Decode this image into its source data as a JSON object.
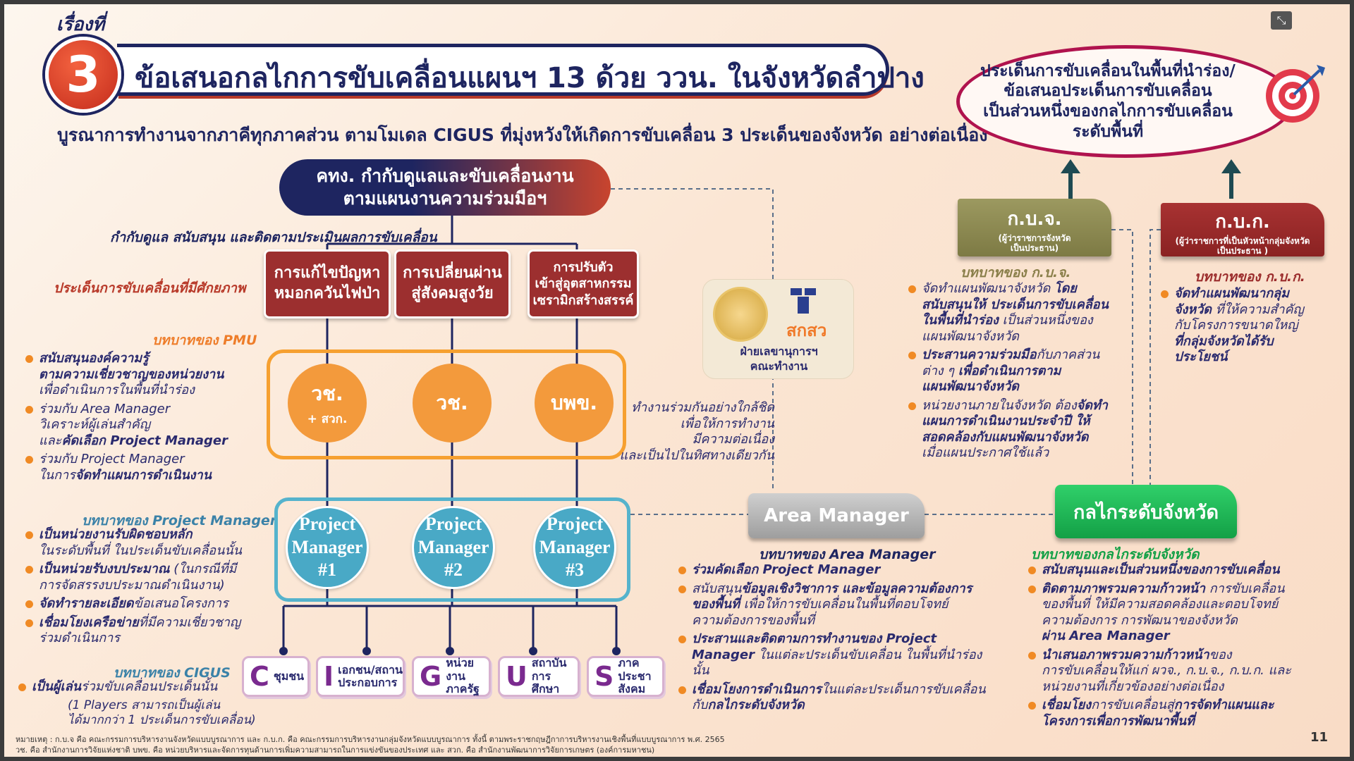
{
  "header": {
    "story_label": "เรื่องที่",
    "number": "3",
    "title": "ข้อเสนอกลไกการขับเคลื่อนแผนฯ 13 ด้วย ววน. ในจังหวัดลำปาง",
    "subtitle": "บูรณาการทำงานจากภาคีทุกภาคส่วน ตามโมเดล CIGUS ที่มุ่งหวังให้เกิดการขับเคลื่อน 3 ประเด็นของจังหวัด อย่างต่อเนื่อง"
  },
  "goal": {
    "line1": "ประเด็นการขับเคลื่อนในพื้นที่นำร่อง/",
    "line2": "ข้อเสนอประเด็นการขับเคลื่อน",
    "line3": "เป็นส่วนหนึ่งของกลไกการขับเคลื่อน",
    "line4": "ระดับพื้นที่"
  },
  "committee": {
    "line1": "คทง. กำกับดูแลและขับเคลื่อนงาน",
    "line2": "ตามแผนงานความร่วมมือฯ",
    "note": "กำกับดูแล สนับสนุน และติดตามประเมินผลการขับเคลื่อน"
  },
  "issues_label": "ประเด็นการขับเคลื่อนที่มีศักยภาพ",
  "issues": [
    {
      "l1": "การแก้ไขปัญหา",
      "l2": "หมอกควันไฟป่า",
      "l3": ""
    },
    {
      "l1": "การเปลี่ยนผ่าน",
      "l2": "สู่สังคมสูงวัย",
      "l3": ""
    },
    {
      "l1": "การปรับตัว",
      "l2": "เข้าสู่อุตสาหกรรม",
      "l3": "เซรามิกสร้างสรรค์"
    }
  ],
  "pmu": {
    "role_label": "บทบาทของ PMU",
    "orgs": [
      {
        "name": "วช.",
        "sub": "+ สวก."
      },
      {
        "name": "วช.",
        "sub": ""
      },
      {
        "name": "บพข.",
        "sub": ""
      }
    ],
    "items": [
      {
        "b": "สนับสนุนองค์ความรู้",
        "b2": "ตามความเชี่ยวชาญของหน่วยงาน",
        "t": "เพื่อดำเนินการในพื้นที่นำร่อง"
      },
      {
        "t": "ร่วมกับ Area Manager",
        "t2": "วิเคราะห์ผู้เล่นสำคัญ",
        "t3": "และ",
        "b": "คัดเลือก Project Manager"
      },
      {
        "t": "ร่วมกับ Project Manager",
        "t2": "ในการ",
        "b": "จัดทำแผนการดำเนินงาน"
      }
    ]
  },
  "collab_note": {
    "l1": "ทำงานร่วมกันอย่างใกล้ชิด",
    "l2": "เพื่อให้การทำงาน",
    "l3": "มีความต่อเนื่อง",
    "l4": "และเป็นไปในทิศทางเดียวกัน"
  },
  "secretariat": {
    "logo": "สกสว",
    "l1": "ฝ่ายเลขานุการฯ",
    "l2": "คณะทำงาน"
  },
  "pm": {
    "role_label": "บทบาทของ Project Manager",
    "managers": [
      {
        "l1": "Project",
        "l2": "Manager",
        "l3": "#1"
      },
      {
        "l1": "Project",
        "l2": "Manager",
        "l3": "#2"
      },
      {
        "l1": "Project",
        "l2": "Manager",
        "l3": "#3"
      }
    ],
    "items": [
      {
        "b": "เป็นหน่วยงานรับผิดชอบหลัก",
        "t": "ในระดับพื้นที่ ในประเด็นขับเคลื่อนนั้น"
      },
      {
        "b": "เป็นหน่วยรับงบประมาณ",
        "t": "(ในกรณีที่มี",
        "t2": "การจัดสรรงบประมาณดำเนินงาน)"
      },
      {
        "b": "จัดทำรายละเอียด",
        "t": "ข้อเสนอโครงการ"
      },
      {
        "b": "เชื่อมโยงเครือข่าย",
        "t": "ที่มีความเชี่ยวชาญ",
        "t2": "ร่วมดำเนินการ"
      }
    ]
  },
  "cigus": {
    "role_label": "บทบาทของ CIGUS",
    "b": "เป็นผู้เล่น",
    "t": "ร่วมขับเคลื่อนประเด็นนั้น",
    "n1": "(1 Players สามารถเป็นผู้เล่น",
    "n2": "ได้มากกว่า 1 ประเด็นการขับเคลื่อน)",
    "boxes": [
      {
        "letter": "C",
        "d1": "ชุมชน",
        "d2": ""
      },
      {
        "letter": "I",
        "d1": "เอกชน/สถาน",
        "d2": "ประกอบการ"
      },
      {
        "letter": "G",
        "d1": "หน่วยงาน",
        "d2": "ภาครัฐ"
      },
      {
        "letter": "U",
        "d1": "สถาบัน",
        "d2": "การศึกษา"
      },
      {
        "letter": "S",
        "d1": "ภาค",
        "d2": "ประชา",
        "d3": "สังคม"
      }
    ]
  },
  "area_manager": {
    "label": "Area Manager",
    "role_label": "บทบาทของ Area Manager",
    "items": [
      {
        "b": "ร่วมคัดเลือก Project Manager"
      },
      {
        "t": "สนับสนุน",
        "b": "ข้อมูลเชิงวิชาการ และข้อมูลความต้องการ",
        "b2": "ของพื้นที่",
        "t2": " เพื่อให้การขับเคลื่อนในพื้นที่ตอบโจทย์",
        "t3": "ความต้องการของพื้นที่"
      },
      {
        "b": "ประสานและติดตามการทำงานของ Project",
        "b2": "Manager",
        "t2": " ในแต่ละประเด็นขับเคลื่อน ในพื้นที่นำร่อง",
        "t3": "นั้น"
      },
      {
        "b": "เชื่อมโยงการดำเนินการ",
        "t": "ในแต่ละประเด็นการขับเคลื่อน",
        "t2": "กับ",
        "b2": "กลไกระดับจังหวัด"
      }
    ]
  },
  "kbj": {
    "label": "ก.บ.จ.",
    "sub1": "(ผู้ว่าราชการจังหวัด",
    "sub2": "เป็นประธาน)",
    "role_label": "บทบาทของ ก.บ.จ.",
    "items": [
      {
        "t": "จัดทำแผนพัฒนาจังหวัด ",
        "b": "โดย",
        "b2": "สนับสนุนให้ ประเด็นการขับเคลื่อน",
        "b3": "ในพื้นที่นำร่อง",
        "t2": " เป็นส่วนหนึ่งของ",
        "t3": "แผนพัฒนาจังหวัด"
      },
      {
        "b": "ประสานความร่วมมือ",
        "t": "กับภาคส่วน",
        "t2": "ต่าง ๆ ",
        "b2": "เพื่อดำเนินการตาม",
        "b3": "แผนพัฒนาจังหวัด"
      },
      {
        "t": "หน่วยงานภายในจังหวัด ต้อง",
        "b": "จัดทำ",
        "b2": "แผนการดำเนินงานประจำปี ให้",
        "b3": "สอดคล้องกับแผนพัฒนาจังหวัด",
        "t2": "เมื่อแผนประกาศใช้แล้ว"
      }
    ]
  },
  "kbk": {
    "label": "ก.บ.ก.",
    "sub1": "(ผู้ว่าราชการที่เป็นหัวหน้ากลุ่มจังหวัด",
    "sub2": "เป็นประธาน )",
    "role_label": "บทบาทของ ก.บ.ก.",
    "items": [
      {
        "b": "จัดทำแผนพัฒนากลุ่ม",
        "b2": "จังหวัด",
        "t": " ที่ให้ความสำคัญ",
        "t2": "กับโครงการขนาดใหญ่",
        "b3": "ที่กลุ่มจังหวัดได้รับ",
        "b4": "ประโยชน์"
      }
    ]
  },
  "province": {
    "label": "กลไกระดับจังหวัด",
    "role_label": "บทบาทของกลไกระดับจังหวัด",
    "items": [
      {
        "b": "สนับสนุนและเป็นส่วนหนึ่งของการขับเคลื่อน"
      },
      {
        "b": "ติดตามภาพรวมความก้าวหน้า",
        "t": " การขับเคลื่อน",
        "t2": "ของพื้นที่ ให้มีความสอดคล้องและตอบโจทย์",
        "t3": "ความต้องการ การพัฒนาของจังหวัด",
        "b2": "ผ่าน Area Manager"
      },
      {
        "b": "นำเสนอภาพรวมความก้าวหน้า",
        "t": "ของ",
        "t2": "การขับเคลื่อนให้แก่ ผวจ., ก.บ.จ., ก.บ.ก. และ",
        "t3": "หน่วยงานที่เกี่ยวข้องอย่างต่อเนื่อง"
      },
      {
        "b": "เชื่อมโยง",
        "t": "การขับเคลื่อนสู่",
        "b2": "การจัดทำแผนและ",
        "b3": "โครงการเพื่อการพัฒนาพื้นที่"
      }
    ]
  },
  "footer": {
    "l1": "หมายเหตุ : ก.บ.จ คือ คณะกรรมการบริหารงานจังหวัดแบบบูรณาการ และ ก.บ.ก. คือ คณะกรรมการบริหารงานกลุ่มจังหวัดแบบบูรณาการ ทั้งนี้ ตามพระราชกฤษฎีกาการบริหารงานเชิงพื้นที่แบบบูรณาการ พ.ศ. 2565",
    "l2": "วช. คือ สำนักงานการวิจัยแห่งชาติ บพข. คือ หน่วยบริหารและจัดการทุนด้านการเพิ่มความสามารถในการแข่งขันของประเทศ และ สวก. คือ สำนักงานพัฒนาการวิจัยการเกษตร (องค์การมหาชน)"
  },
  "page_number": "11",
  "colors": {
    "navy": "#1e2560",
    "red": "#9c2f2f",
    "orange": "#f39a3c",
    "blue": "#49a9c6",
    "green": "#13a046",
    "olive": "#8d8a4c",
    "maroon": "#9b2c2c"
  }
}
